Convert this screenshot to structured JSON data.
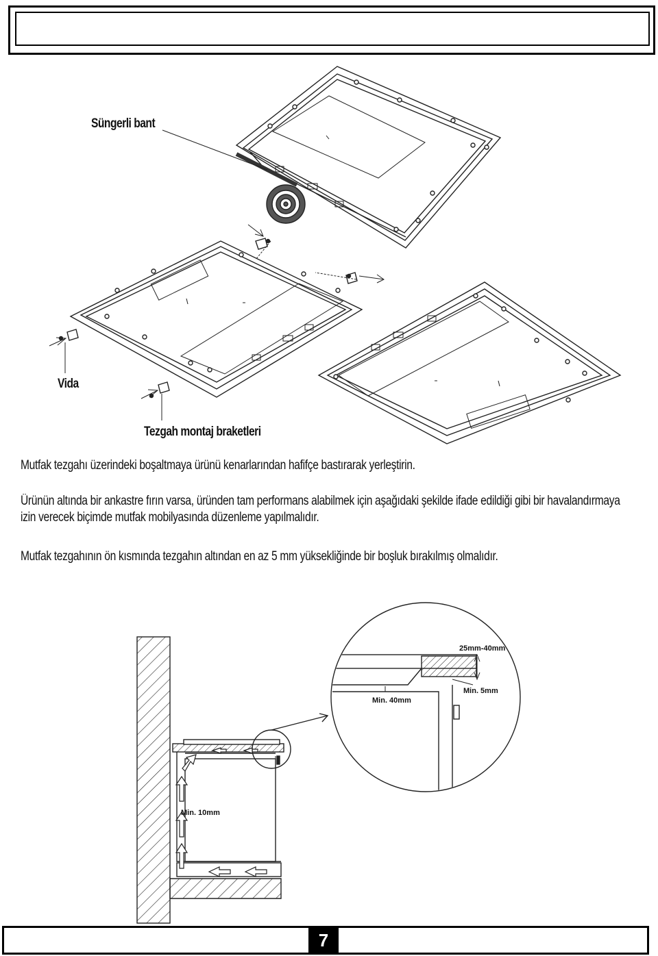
{
  "labels": {
    "sponge_tape": "Süngerli bant",
    "screw": "Vida",
    "brackets": "Tezgah montaj braketleri"
  },
  "paragraphs": {
    "p1": "Mutfak tezgahı üzerindeki boşaltmaya ürünü kenarlarından hafifçe bastırarak yerleştirin.",
    "p2": "Ürünün altında bir ankastre fırın varsa, üründen tam performans alabilmek için aşağıdaki şekilde ifade edildiği gibi bir havalandırmaya izin verecek biçimde mutfak mobilyasında düzenleme yapılmalıdır.",
    "p3": "Mutfak tezgahının ön kısmında tezgahın altından en az 5 mm yüksekliğinde bir boşluk bırakılmış olmalıdır."
  },
  "diagram": {
    "dim_top": "25mm-40mm",
    "dim_min5": "Min. 5mm",
    "dim_min40": "Min. 40mm",
    "dim_min10": "Min. 10mm"
  },
  "page_number": "7"
}
